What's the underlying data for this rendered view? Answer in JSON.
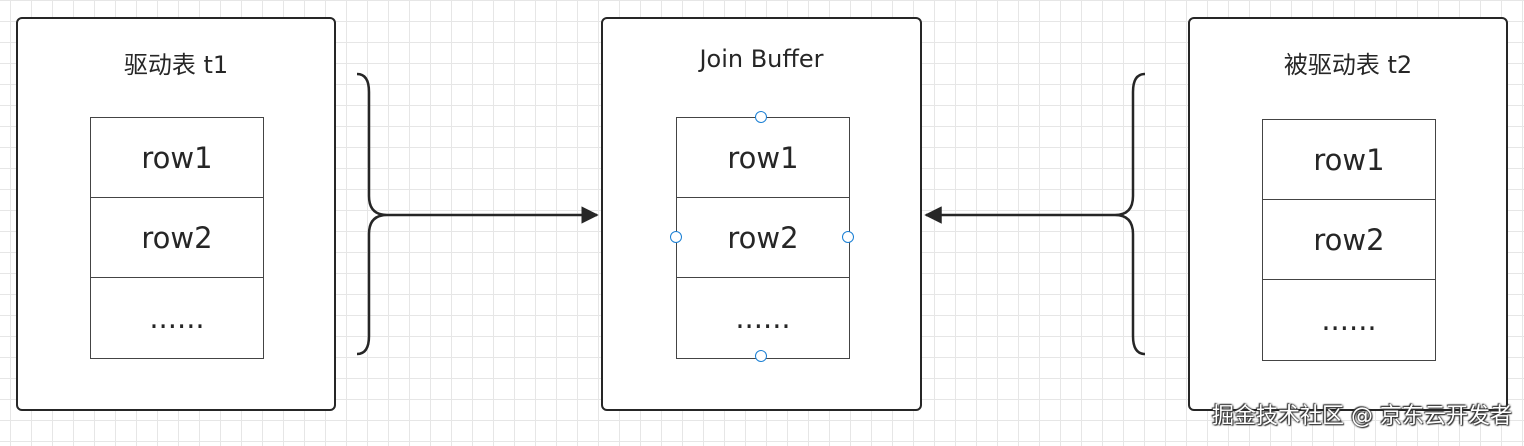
{
  "driver_table": {
    "title": "驱动表 t1",
    "rows": [
      "row1",
      "row2",
      "......"
    ]
  },
  "join_buffer": {
    "title": "Join Buffer",
    "rows": [
      "row1",
      "row2",
      "......"
    ]
  },
  "driven_table": {
    "title": "被驱动表 t2",
    "rows": [
      "row1",
      "row2",
      "......"
    ]
  },
  "watermark": "掘金技术社区 @ 京东云开发者",
  "colors": {
    "stroke": "#262626",
    "handle": "#1a7fd4",
    "grid": "#e6e6e6"
  }
}
